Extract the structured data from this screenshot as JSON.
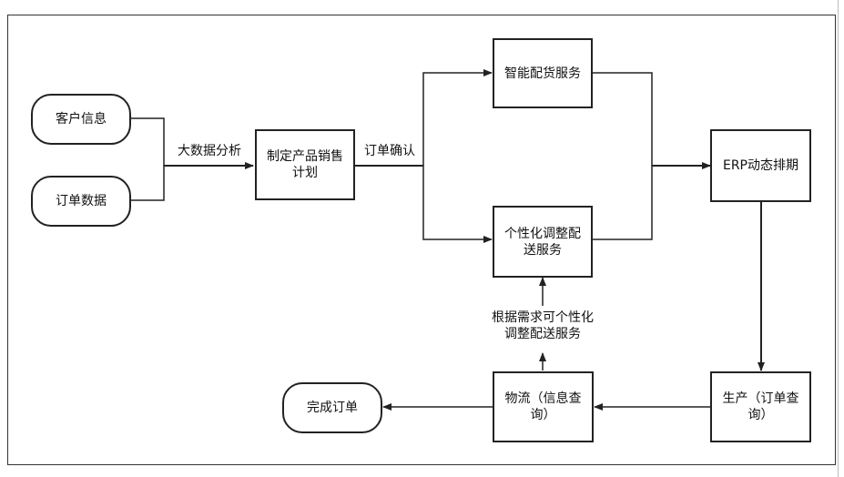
{
  "nodes": {
    "customer_info": "客户信息",
    "order_data": "订单数据",
    "sales_plan": "制定产品销售计划",
    "smart_distribution": "智能配货服务",
    "personalized_delivery": "个性化调整配送服务",
    "erp_scheduling": "ERP动态排期",
    "production": "生产（订单查询）",
    "logistics": "物流（信息查询）",
    "order_complete": "完成订单"
  },
  "edge_labels": {
    "big_data_analysis": "大数据分析",
    "order_confirm": "订单确认",
    "on_demand": "根据需求可个性化调整配送服务"
  }
}
